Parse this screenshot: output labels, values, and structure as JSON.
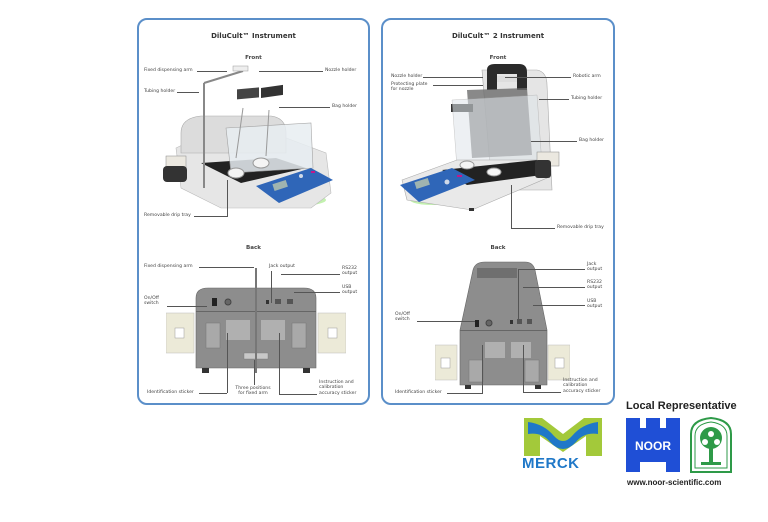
{
  "left_panel": {
    "title": "DiluCult™ Instrument",
    "front_heading": "Front",
    "back_heading": "Back",
    "front_labels": {
      "fixed_dispensing_arm": "Fixed dispensing arm",
      "tubing_holder": "Tubing holder",
      "nozzle_holder": "Nozzle holder",
      "bag_holder": "Bag holder",
      "removable_drip_tray": "Removable drip tray"
    },
    "back_labels": {
      "fixed_dispensing_arm": "Fixed dispensing arm",
      "jack_output": "Jack output",
      "rs232_output": "RS232 output",
      "usb_output": "USB output",
      "on_off_switch": "On/Off switch",
      "identification_sticker": "Identification sticker",
      "three_positions": "Three positions for fixed arm",
      "instruction_sticker": "Instruction and calibration accuracy sticker"
    }
  },
  "right_panel": {
    "title": "DiluCult™ 2 Instrument",
    "front_heading": "Front",
    "back_heading": "Back",
    "front_labels": {
      "nozzle_holder": "Nozzle holder",
      "protecting_plate": "Protecting plate for nozzle",
      "robotic_arm": "Robotic arm",
      "tubing_holder": "Tubing holder",
      "bag_holder": "Bag holder",
      "removable_drip_tray": "Removable drip tray"
    },
    "back_labels": {
      "jack_output": "Jack output",
      "rs232_output": "RS232 output",
      "usb_output": "USB output",
      "on_off_switch": "On/Off switch",
      "identification_sticker": "Identification sticker",
      "instruction_sticker": "Instruction and calibration accuracy sticker"
    }
  },
  "branding": {
    "merck_logo_text": "MERCK",
    "local_representative": "Local Representative",
    "noor_logo_text": "NOOR",
    "website": "www.noor-scientific.com",
    "colors": {
      "panel_border": "#5b8fc9",
      "merck_blue": "#1f78c8",
      "merck_green": "#a3c93a",
      "noor_blue": "#1f4fd6",
      "tree_green": "#2e9a48",
      "display_blue": "#2f66b8"
    }
  }
}
